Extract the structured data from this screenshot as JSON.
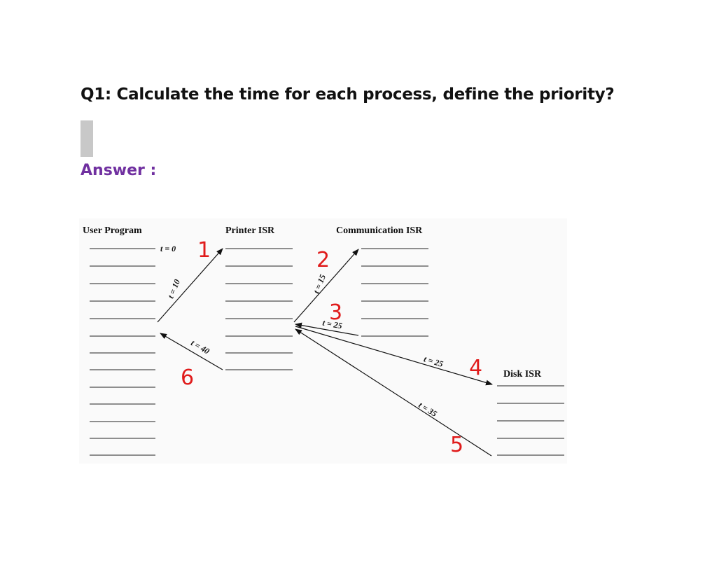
{
  "question": "Q1: Calculate the time for each process, define the priority?",
  "answer_label": "Answer :",
  "diagram": {
    "columns": {
      "user_program": "User Program",
      "printer_isr": "Printer ISR",
      "communication_isr": "Communication ISR",
      "disk_isr": "Disk ISR"
    },
    "time_labels": {
      "t0": "t = 0",
      "t10": "t = 10",
      "t15": "t = 15",
      "t25_return": "t = 25",
      "t25_disk": "t = 25",
      "t35": "t = 35",
      "t40": "t = 40"
    },
    "annotations": {
      "n1": "1",
      "n2": "2",
      "n3": "3",
      "n4": "4",
      "n5": "5",
      "n6": "6"
    },
    "colors": {
      "annotation": "#e01b1b",
      "answer": "#7030a0"
    }
  }
}
